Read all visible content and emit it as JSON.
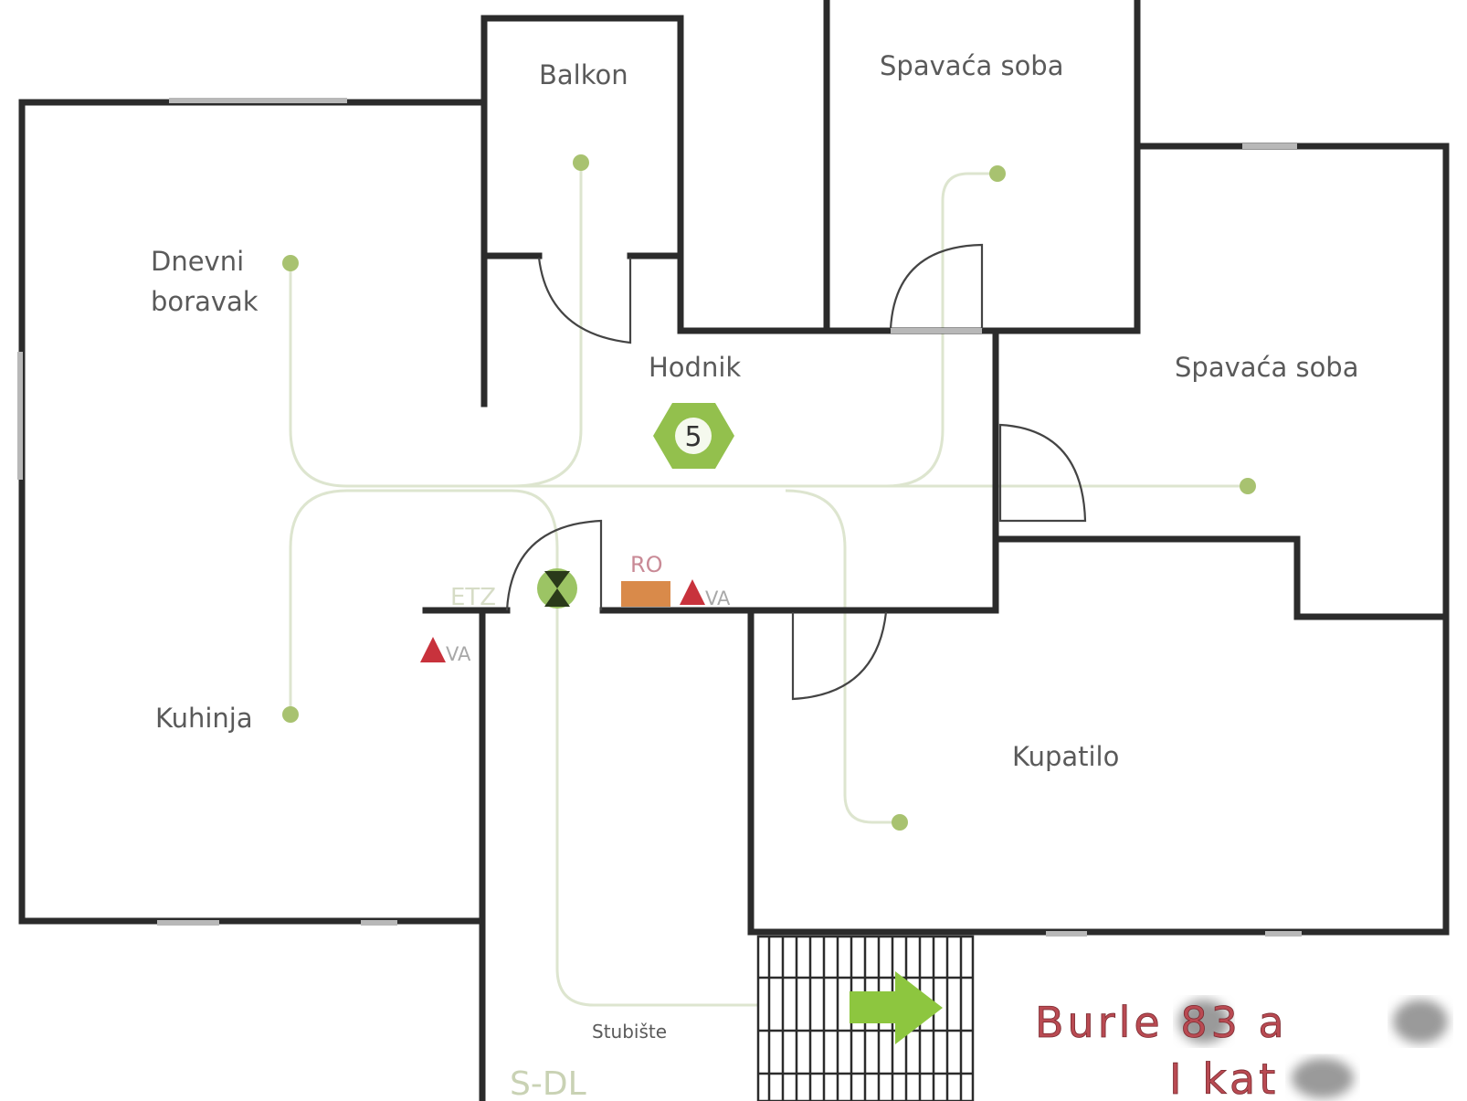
{
  "plan": {
    "title_line1": "Burle 83 a",
    "title_line2": "I kat",
    "hub_number": "5",
    "colors": {
      "wall": "#2b2b2b",
      "accent_green": "#8dbb45",
      "cable": "#dde5cf",
      "warning_red": "#c8323c",
      "router_orange": "#d98a4a",
      "title_red": "#b94a52"
    }
  },
  "rooms": [
    {
      "id": "balkon",
      "label": "Balkon"
    },
    {
      "id": "spavaca-1",
      "label": "Spavaća soba"
    },
    {
      "id": "spavaca-2",
      "label": "Spavaća soba"
    },
    {
      "id": "dnevni-1",
      "label": "Dnevni"
    },
    {
      "id": "dnevni-2",
      "label": "boravak"
    },
    {
      "id": "hodnik",
      "label": "Hodnik"
    },
    {
      "id": "kuhinja",
      "label": "Kuhinja"
    },
    {
      "id": "kupatilo",
      "label": "Kupatilo"
    },
    {
      "id": "stubiste",
      "label": "Stubište"
    }
  ],
  "markers": {
    "etz": "ETZ",
    "ro": "RO",
    "va_1": "VA",
    "va_2": "VA",
    "sdl": "S-DL"
  }
}
